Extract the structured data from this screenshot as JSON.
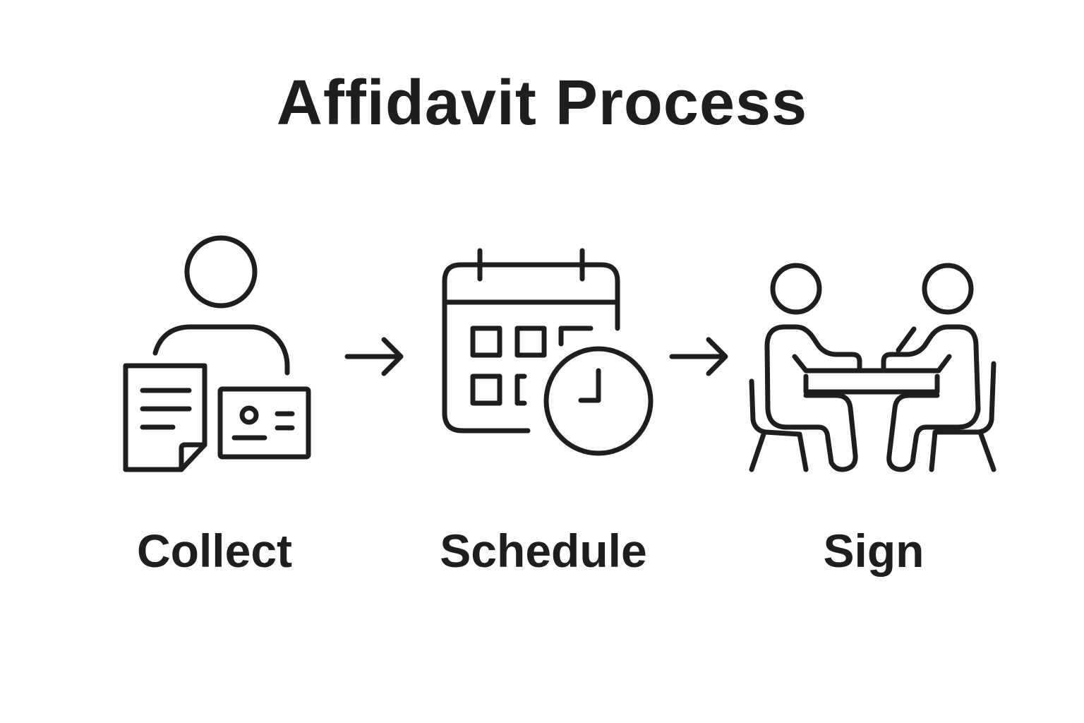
{
  "title": "Affidavit Process",
  "steps": [
    {
      "label": "Collect",
      "icon": "person-with-document-and-id-card-icon"
    },
    {
      "label": "Schedule",
      "icon": "calendar-with-clock-icon"
    },
    {
      "label": "Sign",
      "icon": "two-people-meeting-at-table-icon"
    }
  ],
  "connectors": [
    {
      "from": "Collect",
      "to": "Schedule",
      "icon": "arrow-right-icon"
    },
    {
      "from": "Schedule",
      "to": "Sign",
      "icon": "arrow-right-icon"
    }
  ],
  "colors": {
    "ink": "#1e1e1e",
    "background": "#ffffff"
  }
}
